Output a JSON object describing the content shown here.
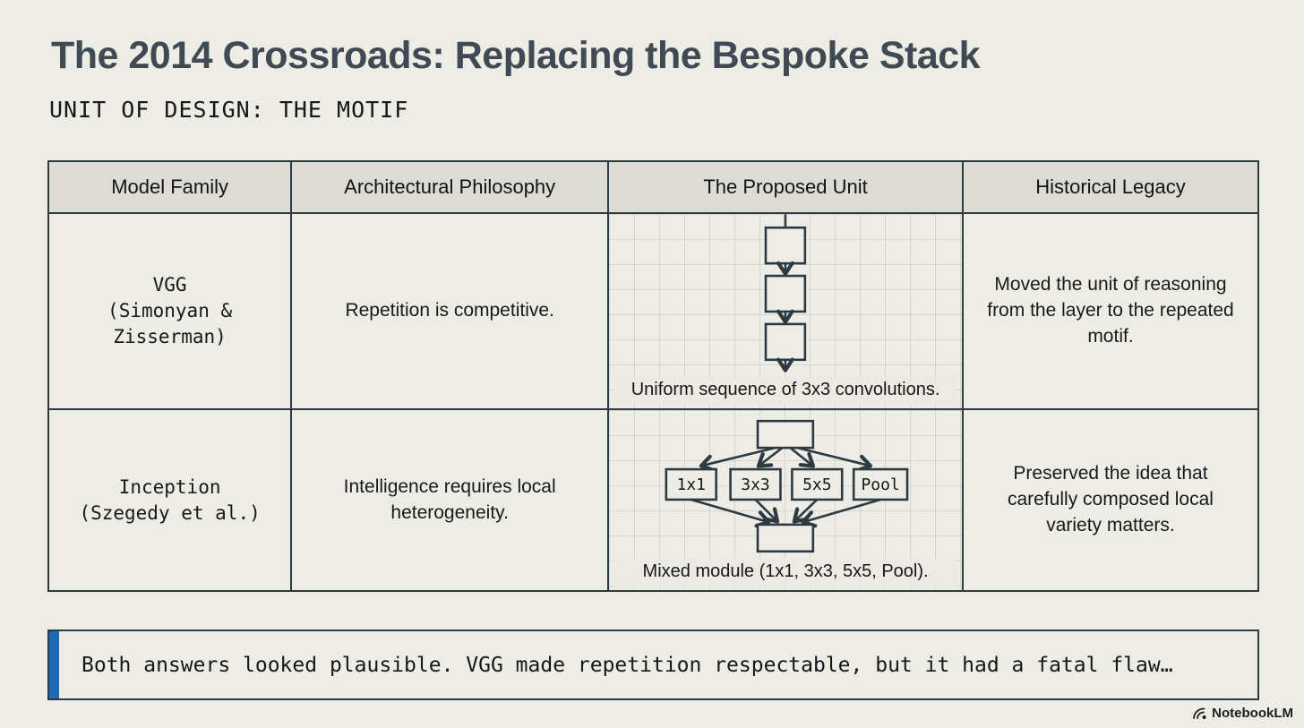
{
  "colors": {
    "background": "#edece5",
    "title": "#3f4a54",
    "table_border": "#2e3a42",
    "header_bg": "#dcdbd4",
    "accent_blue": "#1e6ab4"
  },
  "header": {
    "title": "The 2014 Crossroads: Replacing the Bespoke Stack",
    "subtitle": "UNIT OF DESIGN: THE MOTIF"
  },
  "table": {
    "columns": [
      "Model Family",
      "Architectural Philosophy",
      "The Proposed Unit",
      "Historical Legacy"
    ],
    "rows": [
      {
        "model_family": "VGG\n(Simonyan &\nZisserman)",
        "philosophy": "Repetition is competitive.",
        "unit": {
          "type": "vgg-uniform-sequence",
          "caption": "Uniform sequence of 3x3 convolutions."
        },
        "legacy": "Moved the unit of reasoning from the layer to the repeated motif."
      },
      {
        "model_family": "Inception\n(Szegedy et al.)",
        "philosophy": "Intelligence requires local heterogeneity.",
        "unit": {
          "type": "inception-mixed-module",
          "branch_labels": [
            "1x1",
            "3x3",
            "5x5",
            "Pool"
          ],
          "caption": "Mixed module (1x1, 3x3, 5x5, Pool)."
        },
        "legacy": "Preserved the idea that carefully composed local variety matters."
      }
    ]
  },
  "callout": {
    "text": "Both answers looked plausible. VGG made repetition respectable, but it had a fatal flaw…"
  },
  "footer": {
    "brand": "NotebookLM"
  }
}
